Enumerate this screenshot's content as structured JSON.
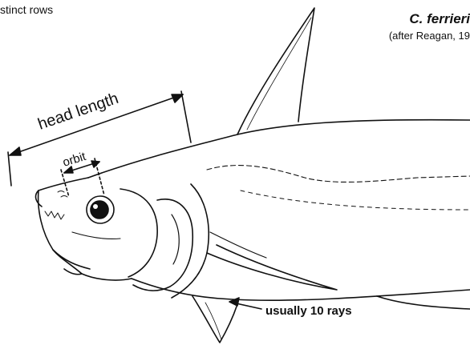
{
  "header": {
    "partial_text": "stinct rows",
    "species_name": "C. ferrieri",
    "attribution": "(after Reagan, 19"
  },
  "labels": {
    "head_length": "head length",
    "orbit": "orbit",
    "rays_note": "usually 10 rays"
  },
  "colors": {
    "ink": "#111111",
    "background": "#ffffff"
  }
}
